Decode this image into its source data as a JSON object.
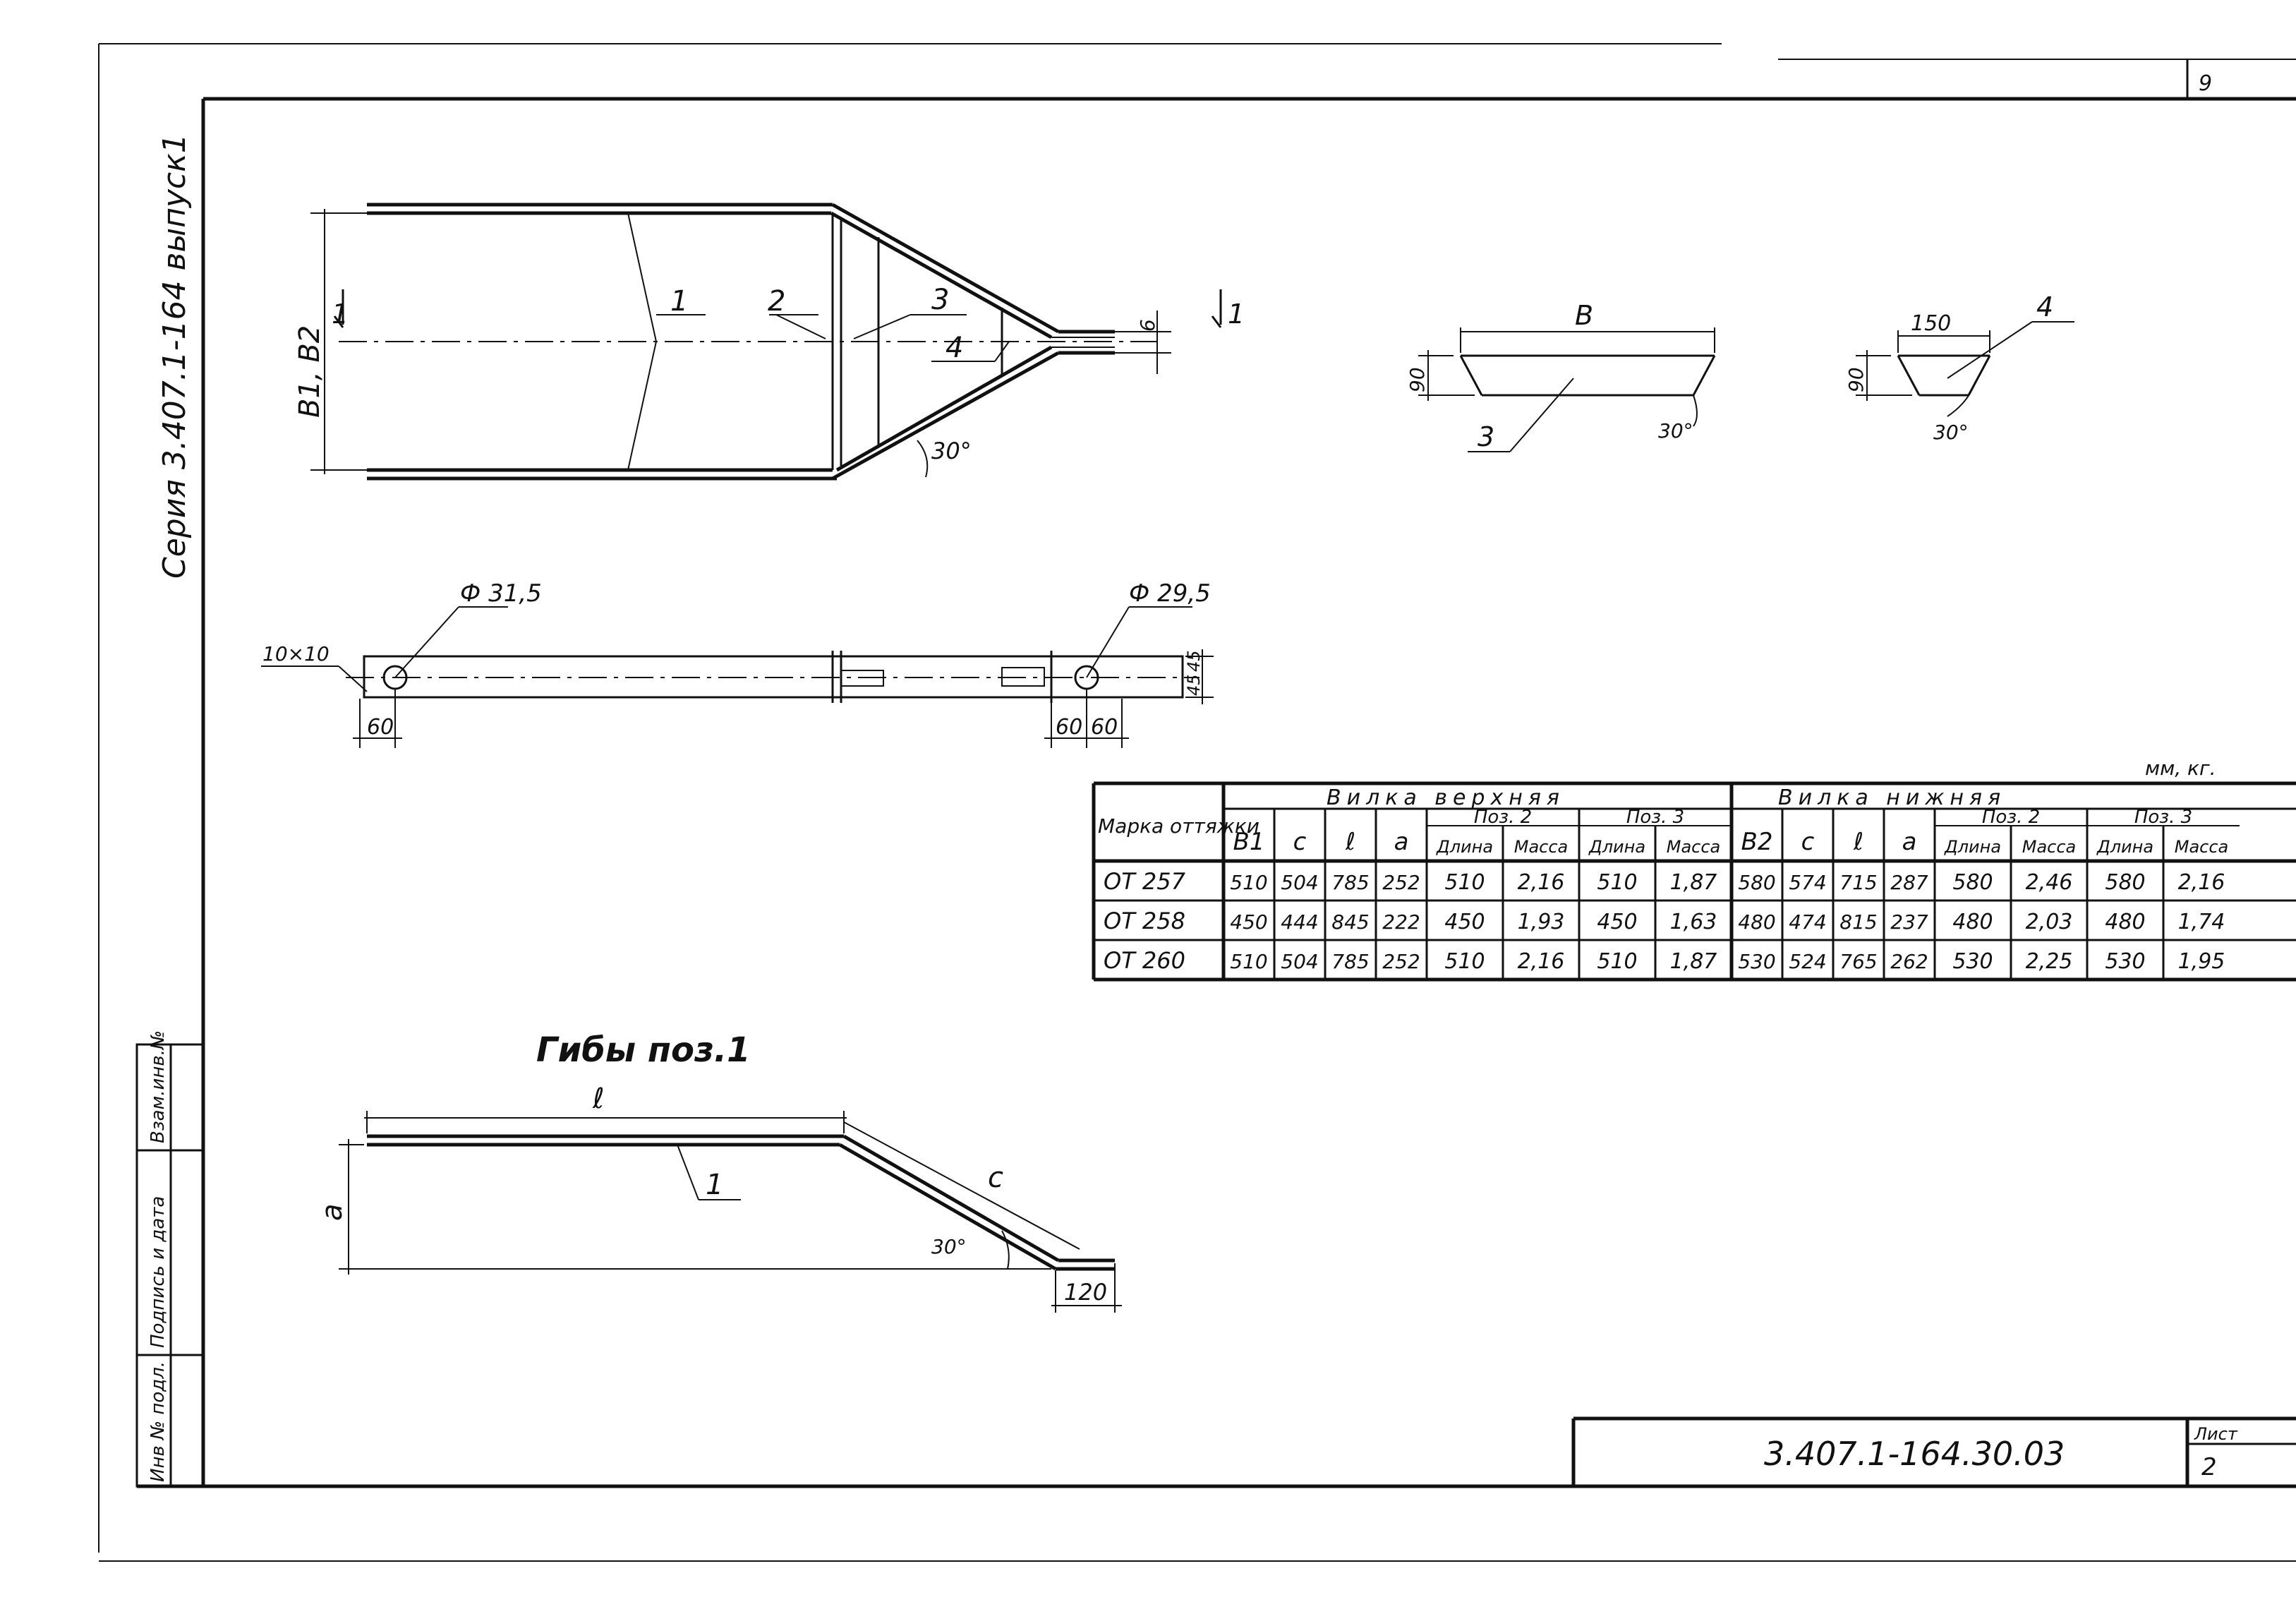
{
  "sheet_corner_number": "9",
  "side_series": "Серия 3.407.1-164 выпуск1",
  "stamp_vertical": [
    "Инв № подл.",
    "Подпись и дата",
    "Взам.инв.№"
  ],
  "title_block": {
    "code": "3.407.1-164.30.03",
    "sheet_label": "Лист",
    "sheet_number": "2"
  },
  "units": "мм, кг.",
  "plan_view": {
    "dim_width": "B1, B2",
    "section": "1",
    "callouts": [
      "1",
      "2",
      "3",
      "4"
    ],
    "angle": "30°",
    "thickness": "6"
  },
  "side_view": {
    "hole_left": "Ф 31,5",
    "hole_right": "Ф 29,5",
    "chamfer": "10×10",
    "dim_left": "60",
    "dim_right_a": "60",
    "dim_right_b": "60",
    "dim_height": "45",
    "dim_height_b": "45"
  },
  "part3": {
    "dim_top": "B",
    "dim_height": "90",
    "angle": "30°",
    "callout": "3"
  },
  "part4": {
    "dim_top": "150",
    "dim_height": "90",
    "angle": "30°",
    "callout": "4"
  },
  "bends": {
    "title": "Гибы поз.1",
    "dim_l": "ℓ",
    "dim_c": "c",
    "dim_a": "a",
    "angle": "30°",
    "dim_tail": "120",
    "callout": "1"
  },
  "table": {
    "header_mark": "Марка оттяжки",
    "group_upper": "Вилка верхняя",
    "group_lower": "Вилка нижняя",
    "upper_cols": [
      "B1",
      "c",
      "ℓ",
      "a"
    ],
    "lower_cols": [
      "B2",
      "c",
      "ℓ",
      "a"
    ],
    "pos2": "Поз. 2",
    "pos3": "Поз. 3",
    "len": "Длина",
    "mass": "Масса",
    "rows": [
      {
        "mark": "ОТ 257",
        "cells": [
          "510",
          "504",
          "785",
          "252",
          "510",
          "2,16",
          "510",
          "1,87",
          "580",
          "574",
          "715",
          "287",
          "580",
          "2,46",
          "580",
          "2,16"
        ]
      },
      {
        "mark": "ОТ 258",
        "cells": [
          "450",
          "444",
          "845",
          "222",
          "450",
          "1,93",
          "450",
          "1,63",
          "480",
          "474",
          "815",
          "237",
          "480",
          "2,03",
          "480",
          "1,74"
        ]
      },
      {
        "mark": "ОТ 260",
        "cells": [
          "510",
          "504",
          "785",
          "252",
          "510",
          "2,16",
          "510",
          "1,87",
          "530",
          "524",
          "765",
          "262",
          "530",
          "2,25",
          "530",
          "1,95"
        ]
      }
    ]
  }
}
